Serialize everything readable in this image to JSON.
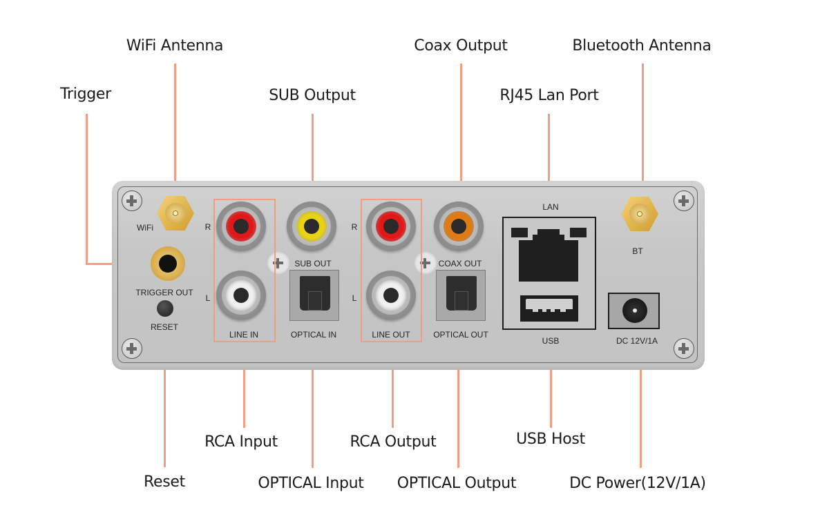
{
  "diagram": {
    "subject": "Audio streamer rear panel connector diagram",
    "accent_color": "#ef9f80",
    "callouts_top": [
      {
        "id": "wifi-antenna",
        "label": "WiFi Antenna"
      },
      {
        "id": "trigger",
        "label": "Trigger"
      },
      {
        "id": "sub-output",
        "label": "SUB Output"
      },
      {
        "id": "coax-output",
        "label": "Coax Output"
      },
      {
        "id": "rj45-lan-port",
        "label": "RJ45 Lan Port"
      },
      {
        "id": "bluetooth-antenna",
        "label": "Bluetooth Antenna"
      }
    ],
    "callouts_bottom": [
      {
        "id": "reset",
        "label": "Reset"
      },
      {
        "id": "rca-input",
        "label": "RCA Input"
      },
      {
        "id": "optical-input",
        "label": "OPTICAL Input"
      },
      {
        "id": "rca-output",
        "label": "RCA Output"
      },
      {
        "id": "optical-output",
        "label": "OPTICAL Output"
      },
      {
        "id": "usb-host",
        "label": "USB Host"
      },
      {
        "id": "dc-power",
        "label": "DC Power(12V/1A)"
      }
    ],
    "panel_labels": {
      "wifi": "WiFi",
      "trigger_out": "TRIGGER OUT",
      "reset": "RESET",
      "r": "R",
      "l": "L",
      "line_in": "LINE IN",
      "sub_out": "SUB OUT",
      "optical_in": "OPTICAL IN",
      "line_out": "LINE OUT",
      "coax_out": "COAX OUT",
      "optical_out": "OPTICAL OUT",
      "lan": "LAN",
      "usb": "USB",
      "bt": "BT",
      "dc": "DC 12V/1A"
    },
    "jack_colors": {
      "right": "#e01818",
      "left": "#f0f0f0",
      "sub": "#e8d414",
      "coax": "#e07a14"
    }
  }
}
